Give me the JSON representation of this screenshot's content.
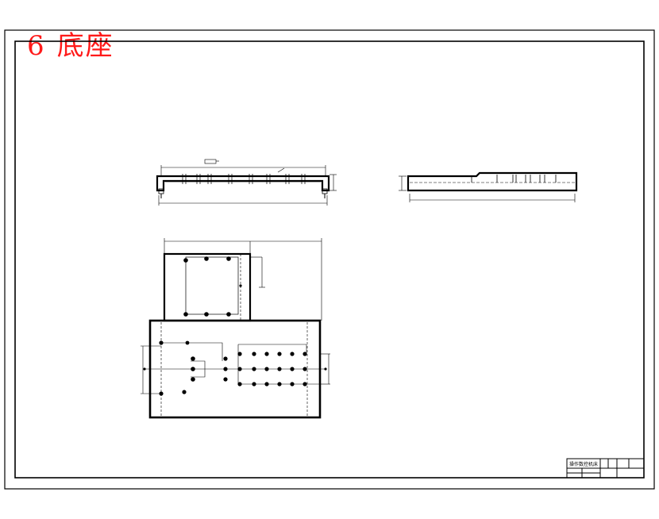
{
  "drawing": {
    "part_number": "6",
    "part_name": "底座",
    "title_block": {
      "drawing_name": "操作数控机床",
      "cells": [
        "",
        "",
        "",
        ""
      ]
    },
    "colors": {
      "line": "#000000",
      "title": "#ff1a1a",
      "background": "#ffffff"
    },
    "views": [
      "front-view",
      "side-view",
      "top-view"
    ]
  }
}
